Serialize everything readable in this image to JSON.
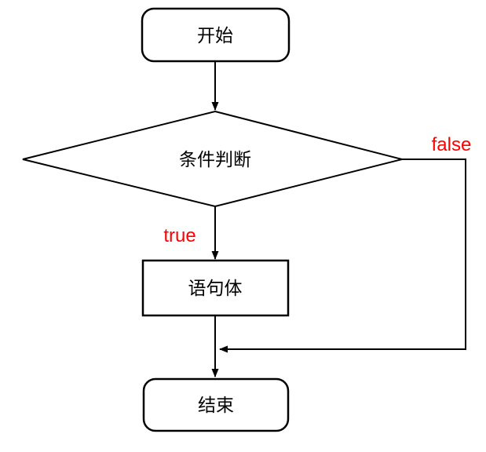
{
  "diagram": {
    "title": "if-condition flowchart",
    "nodes": {
      "start": {
        "label": "开始",
        "shape": "rounded-rect"
      },
      "condition": {
        "label": "条件判断",
        "shape": "diamond"
      },
      "body": {
        "label": "语句体",
        "shape": "rect"
      },
      "end": {
        "label": "结束",
        "shape": "rounded-rect"
      }
    },
    "edges": [
      {
        "from": "start",
        "to": "condition",
        "label": ""
      },
      {
        "from": "condition",
        "to": "body",
        "label": "true"
      },
      {
        "from": "condition",
        "to": "end",
        "label": "false",
        "route": "right-side"
      },
      {
        "from": "body",
        "to": "end",
        "label": ""
      }
    ],
    "edge_labels": {
      "true": {
        "text": "true"
      },
      "false": {
        "text": "false"
      }
    },
    "colors": {
      "stroke": "#000000",
      "background": "#ffffff",
      "edge_label_color": "#ff0000"
    }
  }
}
